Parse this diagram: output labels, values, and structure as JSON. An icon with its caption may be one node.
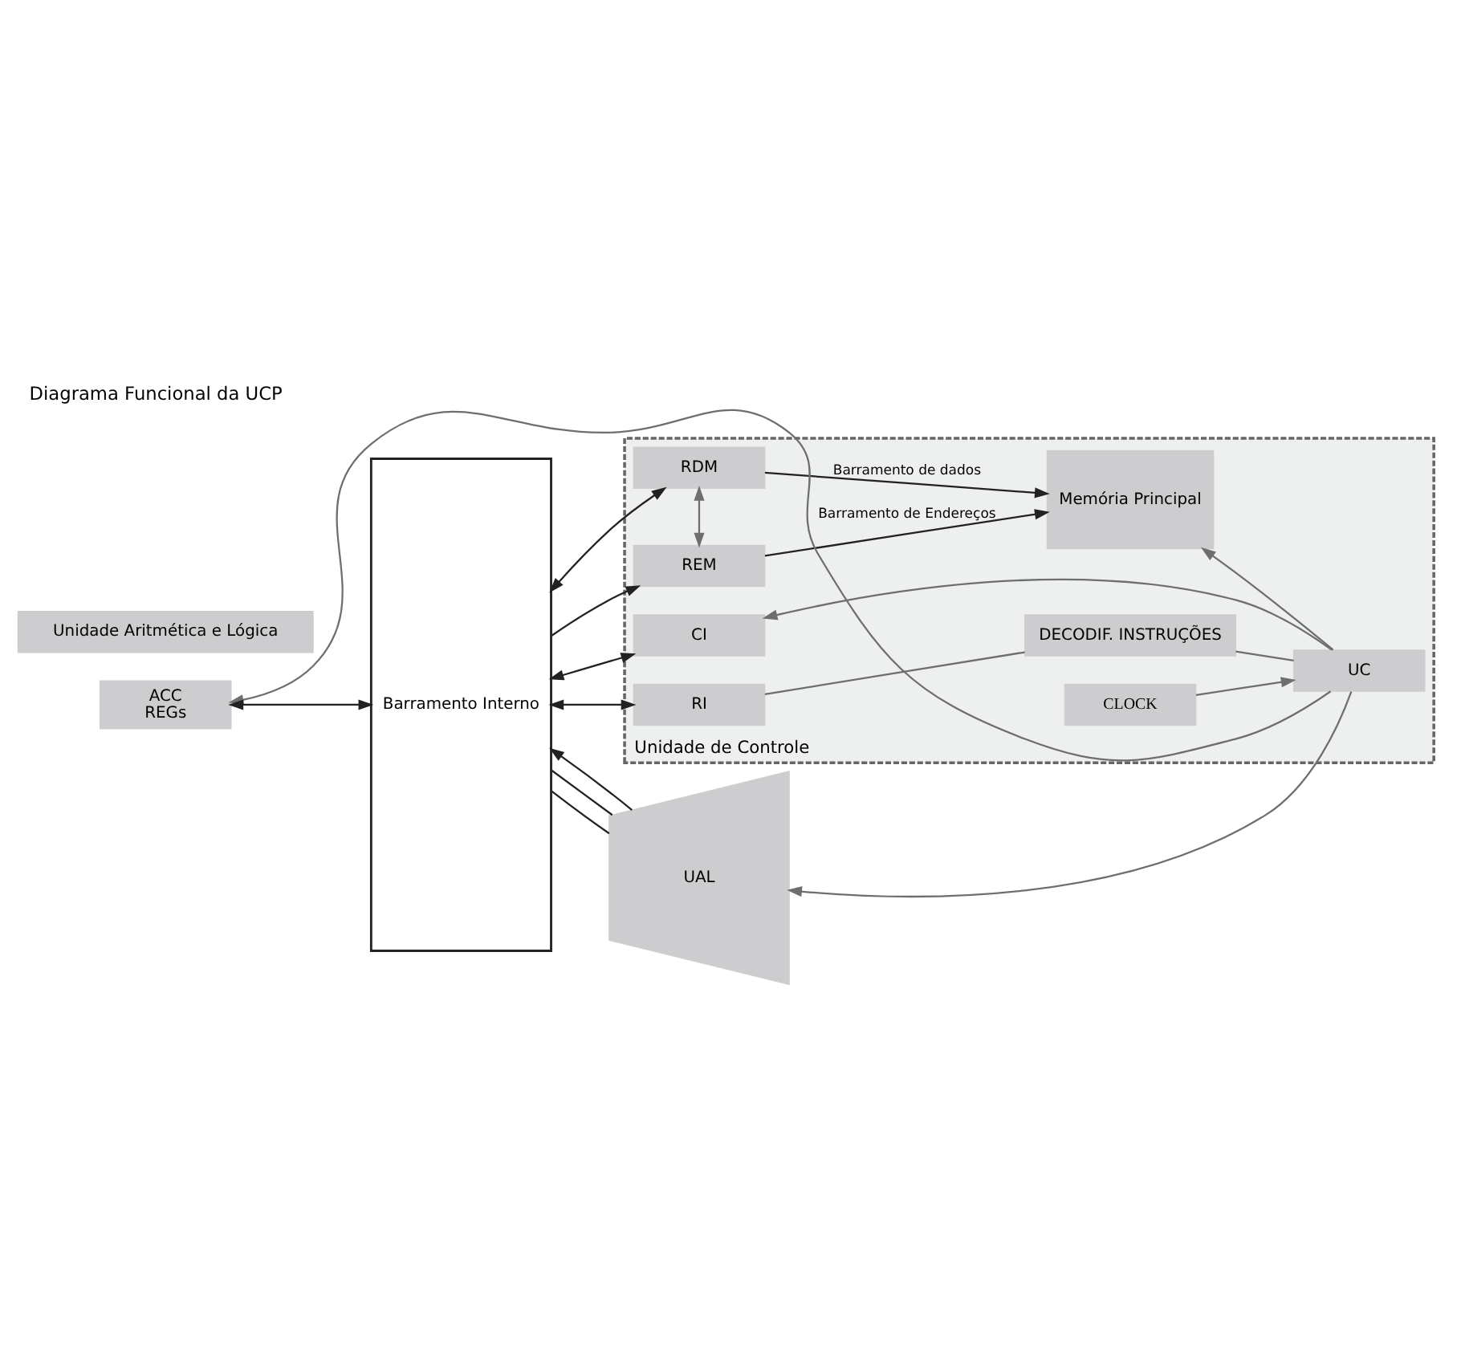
{
  "diagram": {
    "title": "Diagrama Funcional da UCP",
    "nodes": [
      {
        "text": [
          "Unidade de Controle"
        ]
      },
      {
        "text": [
          "Barramento Interno"
        ]
      },
      {
        "text": [
          "ACC",
          "REGs"
        ]
      },
      {
        "text": [
          "RDM"
        ],
        "in": 0
      },
      {
        "text": [
          "REM"
        ],
        "in": 0
      },
      {
        "text": [
          "Memória Principal"
        ],
        "in": 0
      },
      {
        "text": [
          "CI"
        ],
        "in": 0
      },
      {
        "text": [
          "RI"
        ],
        "in": 0
      },
      {
        "text": [
          "DECODIF. INSTRUÇÕES"
        ],
        "in": 0
      },
      {
        "text": [
          "UC"
        ],
        "in": 0
      },
      {
        "text": [
          "CLOCK"
        ],
        "in": 0
      },
      {
        "text": [
          "UAL"
        ]
      },
      {
        "text": [
          "Unidade Aritmética e Lógica"
        ]
      }
    ],
    "edges": [
      {
        "from": 2,
        "to": 1,
        "arrow": "both"
      },
      {
        "from": 1,
        "to": 3,
        "arrow": "both"
      },
      {
        "from": 1,
        "to": 4,
        "arrow": "to"
      },
      {
        "from": 1,
        "to": 6,
        "arrow": "both"
      },
      {
        "from": 1,
        "to": 7,
        "arrow": "both"
      },
      {
        "from": 3,
        "to": 5,
        "label": "Barramento de dados",
        "arrow": "to"
      },
      {
        "from": 4,
        "to": 5,
        "label": "Barramento de Endereços",
        "arrow": "to"
      },
      {
        "from": 3,
        "to": 4,
        "arrow": "both",
        "color": "#6d6e70"
      },
      {
        "from": 7,
        "to": 8,
        "arrow": "none",
        "color": "#6d6e70"
      },
      {
        "from": 8,
        "to": 9,
        "arrow": "none",
        "color": "#6d6e70"
      },
      {
        "from": 10,
        "to": 9,
        "arrow": "to",
        "color": "#6d6e70"
      },
      {
        "from": 9,
        "to": 5,
        "arrow": "to",
        "color": "#6d6e70"
      },
      {
        "from": 9,
        "to": 6,
        "arrow": "to",
        "color": "#6d6e70"
      },
      {
        "from": 9,
        "to": 2,
        "arrow": "to",
        "color": "#6d6e70"
      },
      {
        "from": 9,
        "to": 11,
        "arrow": "to",
        "color": "#6d6e70"
      },
      {
        "from": 1,
        "to": 11,
        "arrow": "none"
      },
      {
        "from": 1,
        "to": 11,
        "arrow": "none"
      },
      {
        "from": 11,
        "to": 1,
        "arrow": "to"
      }
    ]
  }
}
